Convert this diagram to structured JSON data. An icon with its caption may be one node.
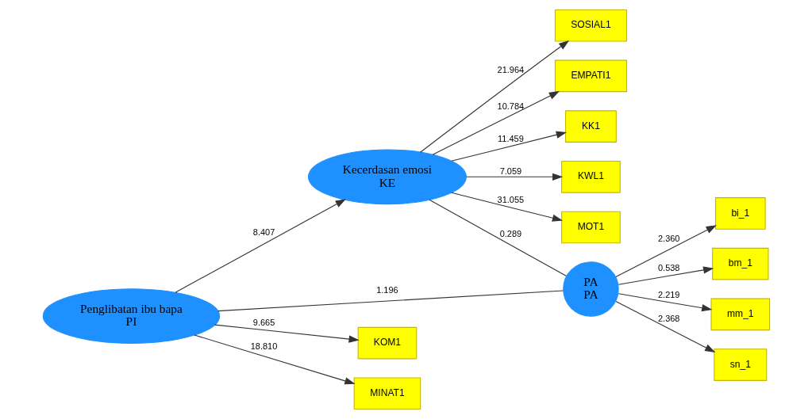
{
  "diagram": {
    "nodes": [
      {
        "text": [
          "Kecerdasan emosi",
          "KE"
        ]
      },
      {
        "text": [
          "bi_1"
        ]
      },
      {
        "text": [
          "bm_1"
        ]
      },
      {
        "text": [
          "PA",
          "PA"
        ]
      },
      {
        "text": [
          "mm_1"
        ]
      },
      {
        "text": [
          "Penglibatan ibu bapa",
          "PI"
        ]
      },
      {
        "text": [
          "sn_1"
        ]
      },
      {
        "text": [
          "EMPATI1"
        ]
      },
      {
        "text": [
          "KK1"
        ]
      },
      {
        "text": [
          "KWL1"
        ]
      },
      {
        "text": [
          "MOT1"
        ]
      },
      {
        "text": [
          "SOSIAL1"
        ]
      },
      {
        "text": [
          "KOM1"
        ]
      },
      {
        "text": [
          "MINAT1"
        ]
      }
    ],
    "edges": [
      {
        "from": 5,
        "to": 0,
        "arrow": "to",
        "label": "8.407"
      },
      {
        "from": 5,
        "to": 3,
        "arrow": "none",
        "label": "1.196"
      },
      {
        "from": 0,
        "to": 3,
        "arrow": "none",
        "label": "0.289"
      },
      {
        "from": 3,
        "to": 1,
        "arrow": "to",
        "label": "2.360"
      },
      {
        "from": 3,
        "to": 2,
        "arrow": "to",
        "label": "0.538"
      },
      {
        "from": 3,
        "to": 4,
        "arrow": "to",
        "label": "2.219"
      },
      {
        "from": 3,
        "to": 6,
        "arrow": "to",
        "label": "2.368"
      },
      {
        "from": 0,
        "to": 7,
        "arrow": "to",
        "label": "10.784"
      },
      {
        "from": 0,
        "to": 8,
        "arrow": "to",
        "label": "11.459"
      },
      {
        "from": 0,
        "to": 9,
        "arrow": "to",
        "label": "7.059"
      },
      {
        "from": 0,
        "to": 10,
        "arrow": "to",
        "label": "31.055"
      },
      {
        "from": 0,
        "to": 11,
        "arrow": "to",
        "label": "21.964"
      },
      {
        "from": 5,
        "to": 12,
        "arrow": "to",
        "label": "9.665"
      },
      {
        "from": 5,
        "to": 13,
        "arrow": "to",
        "label": "18.810"
      }
    ]
  }
}
